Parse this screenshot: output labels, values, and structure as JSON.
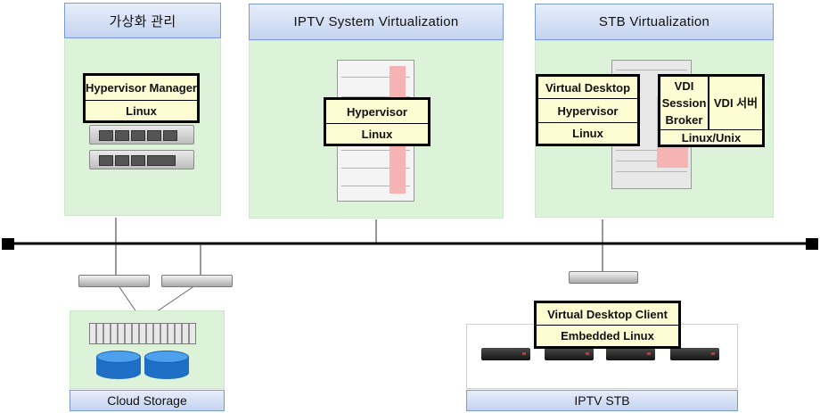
{
  "headers": {
    "virtualization_mgmt": "가상화 관리",
    "iptv_system": "IPTV System Virtualization",
    "stb": "STB Virtualization"
  },
  "mgmt_stack": {
    "top": "Hypervisor Manager",
    "bottom": "Linux"
  },
  "iptv_stack": {
    "top": "Hypervisor",
    "bottom": "Linux"
  },
  "stb_stack": {
    "vd": "Virtual Desktop",
    "hypervisor": "Hypervisor",
    "linux": "Linux",
    "broker_line1": "VDI",
    "broker_line2": "Session",
    "broker_line3": "Broker",
    "vdi_server": "VDI 서버",
    "linux_unix": "Linux/Unix"
  },
  "client_stack": {
    "top": "Virtual Desktop Client",
    "bottom": "Embedded Linux"
  },
  "bottom_labels": {
    "cloud_storage": "Cloud Storage",
    "iptv_stb": "IPTV STB"
  },
  "colors": {
    "panel_green": "#dcf3da",
    "header_blue": "#c4d3ef",
    "box_yellow": "#fdfcd3",
    "rack_highlight": "#f6b3b3"
  }
}
